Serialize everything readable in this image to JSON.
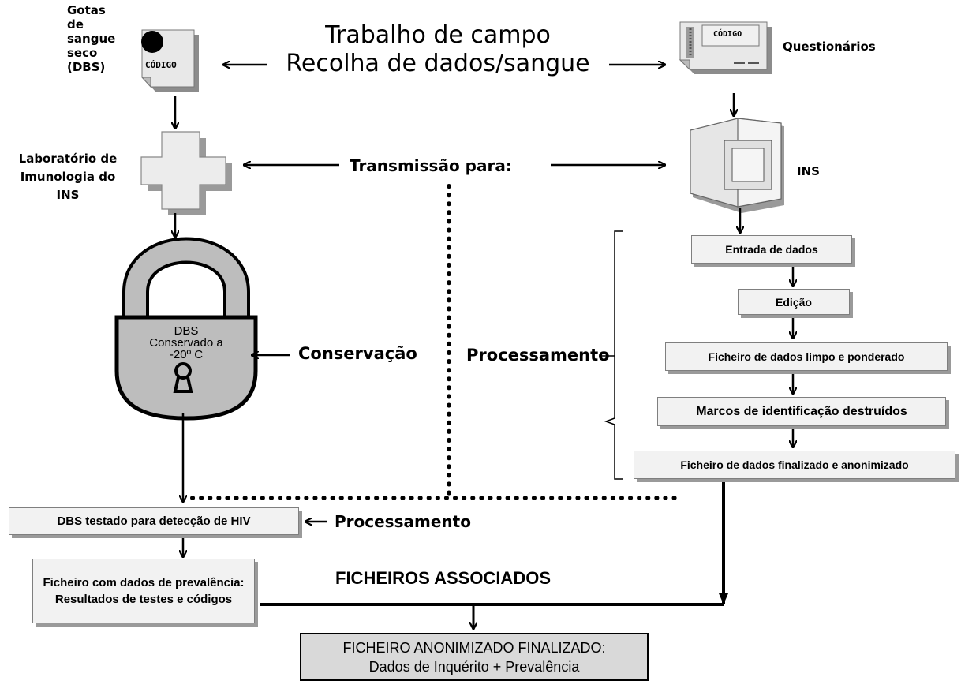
{
  "header": {
    "line1": "Trabalho de campo",
    "line2": "Recolha de dados/sangue"
  },
  "left": {
    "dbs_label": [
      "Gotas",
      "de",
      "sangue",
      "seco",
      "(DBS)"
    ],
    "card_code": "CÓDIGO",
    "lab_label": [
      "Laboratório de",
      "Imunologia do",
      "INS"
    ],
    "lock_text": [
      "DBS",
      "Conservado a",
      "-20º C"
    ],
    "conservation": "Conservação"
  },
  "right": {
    "questionnaire_code": "CÓDIGO",
    "questionnaires": "Questionários",
    "ins": "INS"
  },
  "middle": {
    "transmission": "Transmissão para:",
    "processing": "Processamento"
  },
  "steps": {
    "entry": "Entrada de dados",
    "edit": "Edição",
    "clean": "Ficheiro de dados limpo e ponderado",
    "ids_destroyed": "Marcos de identificação  destruídos",
    "finalized": "Ficheiro de dados finalizado e anonimizado"
  },
  "bottom": {
    "dbs_tested": "DBS testado para detecção de HIV",
    "processing": "Processamento",
    "prevalence_file": "Ficheiro com dados de prevalência: Resultados de testes e códigos",
    "associated": "FICHEIROS ASSOCIADOS",
    "final_line1": "FICHEIRO ANONIMIZADO  FINALIZADO:",
    "final_line2": "Dados de Inquérito + Prevalência"
  }
}
